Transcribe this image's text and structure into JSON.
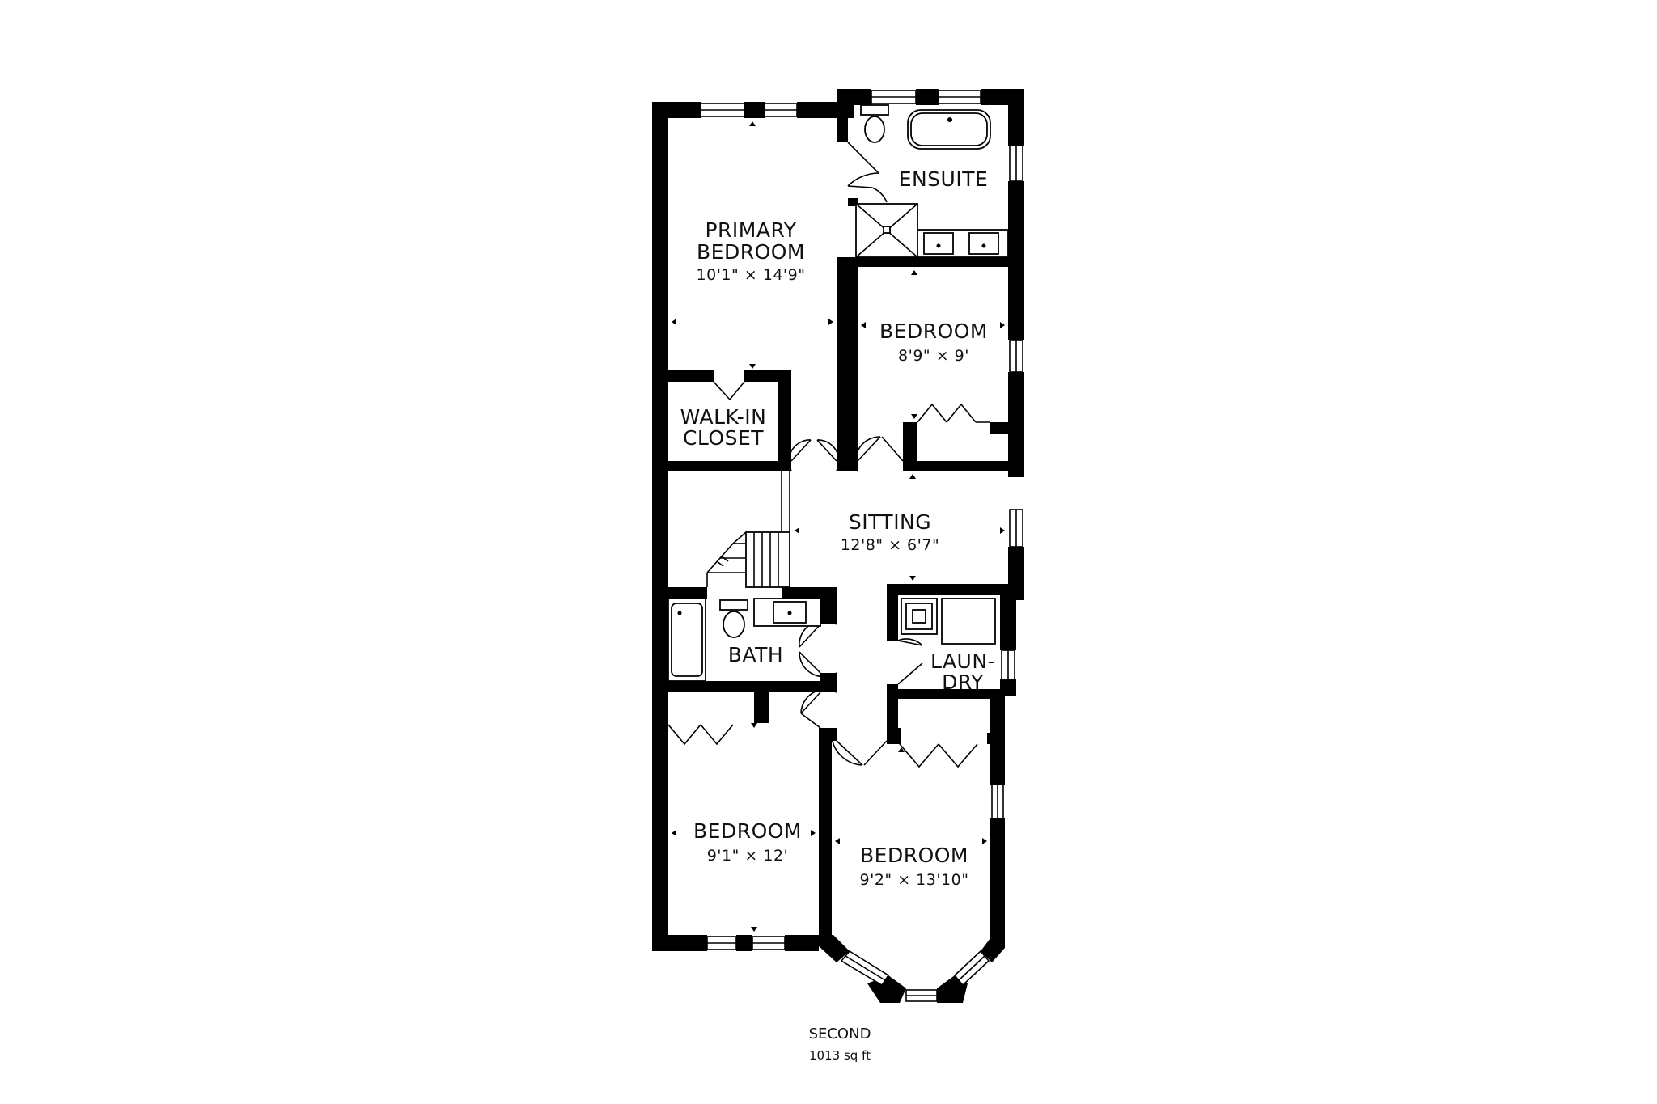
{
  "floor": {
    "name": "SECOND",
    "area": "1013 sq ft"
  },
  "rooms": {
    "ensuite": {
      "name": "ENSUITE"
    },
    "primary_bedroom": {
      "name_line1": "PRIMARY",
      "name_line2": "BEDROOM",
      "dims": "10'1\" × 14'9\""
    },
    "bedroom_ne": {
      "name": "BEDROOM",
      "dims": "8'9\" × 9'"
    },
    "walk_in_closet": {
      "name_line1": "WALK-IN",
      "name_line2": "CLOSET"
    },
    "sitting": {
      "name": "SITTING",
      "dims": "12'8\" × 6'7\""
    },
    "bath": {
      "name": "BATH"
    },
    "laundry": {
      "name_line1": "LAUN-",
      "name_line2": "DRY"
    },
    "bedroom_sw": {
      "name": "BEDROOM",
      "dims": "9'1\" × 12'"
    },
    "bedroom_se": {
      "name": "BEDROOM",
      "dims": "9'2\" × 13'10\""
    }
  },
  "colors": {
    "wall": "#000000",
    "background": "#ffffff"
  }
}
